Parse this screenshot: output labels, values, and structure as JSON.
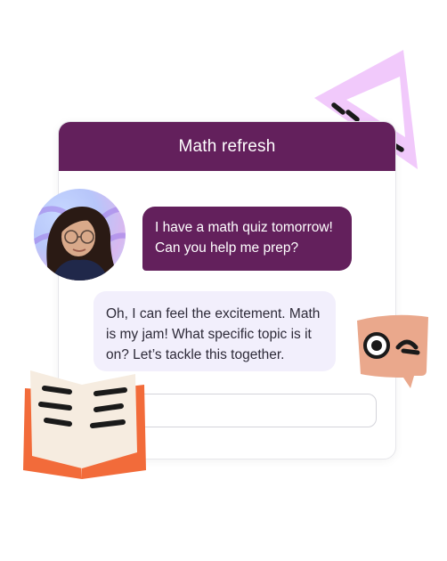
{
  "chat": {
    "title": "Math refresh",
    "messages": [
      {
        "role": "user",
        "text": "I have a math quiz tomorrow! Can you help me prep?"
      },
      {
        "role": "assistant",
        "text": "Oh, I can feel the excitement. Math is my jam! What specific topic is it on? Let’s tackle this together."
      }
    ],
    "input": {
      "value": "",
      "placeholder": ""
    }
  },
  "colors": {
    "header": "#63205c",
    "user_bubble": "#63205c",
    "bot_bubble": "#f2effc",
    "triangle": "#f1c9fb",
    "book_cover": "#f26b3a",
    "book_pages": "#f6ece0",
    "wink_face": "#eaa88c"
  },
  "icons": {
    "triangle": "triangle-ruler-icon",
    "book": "open-book-icon",
    "wink": "winking-face-icon",
    "avatar": "user-avatar"
  }
}
